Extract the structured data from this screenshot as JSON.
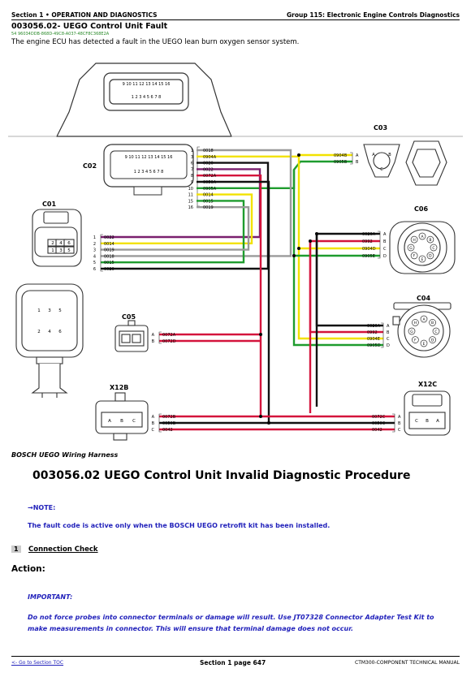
{
  "header": {
    "left": "Section 1 • OPERATION AND DIAGNOSTICS",
    "right": "Group 115: Electronic Engine Controls Diagnostics"
  },
  "title": "003056.02- UEGO Control Unit Fault",
  "guid": "54 96034DDB-868D-49C8-A037-48CF8C368E2A",
  "description": "The engine ECU has detected a fault in the UEGO lean burn oxygen sensor system.",
  "diagram": {
    "connectors": {
      "c02": "C02",
      "c01": "C01",
      "c03": "C03",
      "c05": "C05",
      "c06": "C06",
      "c04": "C04",
      "x12b": "X12B",
      "x12c": "X12C"
    },
    "c02_wires": [
      {
        "pin": "1",
        "wire": "0018"
      },
      {
        "pin": "3",
        "wire": "0904A"
      },
      {
        "pin": "6",
        "wire": "0020"
      },
      {
        "pin": "7",
        "wire": "0022"
      },
      {
        "pin": "8",
        "wire": "0072A"
      },
      {
        "pin": "9",
        "wire": "0050A"
      },
      {
        "pin": "10",
        "wire": "0905A"
      },
      {
        "pin": "11",
        "wire": "0014"
      },
      {
        "pin": "15",
        "wire": "0015"
      },
      {
        "pin": "16",
        "wire": "0019"
      }
    ],
    "c01_wires": [
      {
        "pin": "1",
        "wire": "0022"
      },
      {
        "pin": "2",
        "wire": "0014"
      },
      {
        "pin": "3",
        "wire": "0019"
      },
      {
        "pin": "4",
        "wire": "0018"
      },
      {
        "pin": "5",
        "wire": "0015"
      },
      {
        "pin": "6",
        "wire": "0020"
      }
    ],
    "c03_wires": [
      {
        "pin": "A",
        "wire": "0904B"
      },
      {
        "pin": "B",
        "wire": "0905B"
      }
    ],
    "c06_wires": [
      {
        "pin": "A",
        "wire": "0020A"
      },
      {
        "pin": "B",
        "wire": "0992"
      },
      {
        "pin": "C",
        "wire": "0904D"
      },
      {
        "pin": "D",
        "wire": "0905E"
      }
    ],
    "c04_wires": [
      {
        "pin": "A",
        "wire": "0020A"
      },
      {
        "pin": "B",
        "wire": "0992"
      },
      {
        "pin": "C",
        "wire": "0904E"
      },
      {
        "pin": "D",
        "wire": "0905D"
      }
    ],
    "c05_wires": [
      {
        "pin": "A",
        "wire": "0072A"
      },
      {
        "pin": "B",
        "wire": "0072D"
      }
    ],
    "x12b_wires": [
      {
        "pin": "A",
        "wire": "0072B"
      },
      {
        "pin": "B",
        "wire": "0050B"
      },
      {
        "pin": "C",
        "wire": "0042"
      }
    ],
    "x12c_wires": [
      {
        "pin": "A",
        "wire": "0072C"
      },
      {
        "pin": "B",
        "wire": "0050C"
      },
      {
        "pin": "C",
        "wire": "0042"
      }
    ],
    "c02_pin_row1": "9 10 11 12 13 14 15 16",
    "c02_pin_row2": "1 2 3 4 5 6 7 8",
    "ecu_pin_row1": "9 10 11 12 13 14 15 16",
    "ecu_pin_row2": "1 2 3 4 5 6 7 8",
    "c01_cavities_top": [
      "2",
      "4",
      "6"
    ],
    "c01_cavities_bottom": [
      "1",
      "3",
      "5"
    ],
    "c01_face_top": [
      "1",
      "3",
      "5"
    ],
    "c01_face_bottom": [
      "2",
      "4",
      "6"
    ],
    "x12b_cavities": [
      "A",
      "B",
      "C"
    ],
    "x12c_cavities": [
      "C",
      "B",
      "A"
    ],
    "c03_pins": [
      "A",
      "B",
      "C"
    ],
    "c06_pins": [
      "A",
      "B",
      "C",
      "D",
      "E",
      "F",
      "G",
      "H"
    ],
    "c04_pins": [
      "A",
      "B",
      "C",
      "D",
      "E",
      "F",
      "G",
      "H"
    ],
    "wire_colors": {
      "black": "#111111",
      "red": "#d4143c",
      "yellow": "#f2e200",
      "green": "#1e9c2e",
      "gray": "#9a9a9a",
      "purple": "#7a1f6e"
    }
  },
  "caption": "BOSCH UEGO Wiring Harness",
  "procedure_title": "003056.02 UEGO Control Unit Invalid Diagnostic Procedure",
  "note_label": "→NOTE:",
  "note_text": "The fault code is active only when the BOSCH UEGO retrofit kit has been installed.",
  "step": {
    "number": "1",
    "title": "Connection Check"
  },
  "action_label": "Action:",
  "important_label": "IMPORTANT:",
  "important_text": "Do not force probes into connector terminals or damage will result. Use JT07328 Connector Adapter Test Kit to make measurements in connector. This will ensure that terminal damage does not occur.",
  "footer": {
    "left": "<- Go to Section TOC",
    "middle": "Section 1 page 647",
    "right": "CTM300-COMPONENT TECHNICAL MANUAL"
  }
}
